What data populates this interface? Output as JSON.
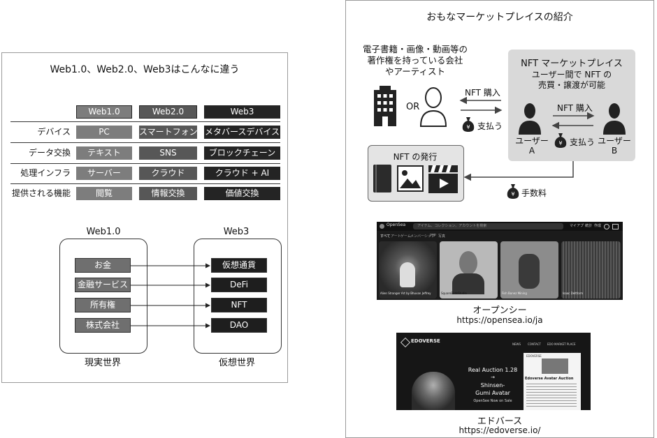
{
  "left": {
    "title": "Web1.0、Web2.0、Web3はこんなに違う",
    "columns": [
      "Web1.0",
      "Web2.0",
      "Web3"
    ],
    "rows": [
      {
        "label": "デバイス",
        "values": [
          "PC",
          "スマートフォン",
          "メタバースデバイス"
        ]
      },
      {
        "label": "データ交換",
        "values": [
          "テキスト",
          "SNS",
          "ブロックチェーン"
        ]
      },
      {
        "label": "処理インフラ",
        "values": [
          "サーバー",
          "クラウド",
          "クラウド + AI"
        ]
      },
      {
        "label": "提供される機能",
        "values": [
          "閲覧",
          "情報交換",
          "価値交換"
        ]
      }
    ],
    "mapping": {
      "left_title": "Web1.0",
      "right_title": "Web3",
      "left_items": [
        "お金",
        "金融サービス",
        "所有権",
        "株式会社"
      ],
      "right_items": [
        "仮想通貨",
        "DeFi",
        "NFT",
        "DAO"
      ],
      "left_caption": "現実世界",
      "right_caption": "仮想世界"
    }
  },
  "right": {
    "title": "おもなマーケットプレイスの紹介",
    "creators": "電子書籍・画像・動画等の\n著作権を持っている会社\nやアーティスト",
    "or_text": "OR",
    "nft_buy_1": "NFT 購入",
    "pay_1": "支払う",
    "market": {
      "title": "NFT マーケットプレイス",
      "desc": "ユーザー間で NFT の\n売買・譲渡が可能",
      "nft_buy": "NFT 購入",
      "pay": "支払う",
      "user_a": "ユーザー\nA",
      "user_b": "ユーザー\nB"
    },
    "issue_title": "NFT の発行",
    "fee": "手数料",
    "yen": "¥",
    "opensea": {
      "logo": "OpenSea",
      "search": "アイテム、コレクション、アカウントを検索",
      "nav": [
        "マイアプ",
        "統計",
        "作成"
      ],
      "categories": [
        "すべて",
        "アート",
        "ゲーム",
        "メンバーシップ",
        "PFP",
        "写真"
      ],
      "cards": [
        "Alien Stranger Art by Bhuvan Jeffrey",
        "SquareBirdsStudio",
        "Fish Bonez Mining",
        "Isaac Deltform"
      ],
      "name": "オープンシー",
      "url": "https://opensea.io/ja"
    },
    "edoverse": {
      "logo": "EDOVERSE",
      "nav": [
        "NEWS",
        "CONTACT",
        "EDO MARKET PLACE"
      ],
      "auction": "Real Auction 1.28",
      "arrow": "→",
      "avatar1": "Shinsen-",
      "avatar2": "Gumi Avatar",
      "onsale": "OpenSee Now on Sale",
      "side_title": "Edoverse Avatar Auction",
      "side_logo": "EDOVERSE",
      "name": "エドバース",
      "url": "https://edoverse.io/"
    }
  }
}
